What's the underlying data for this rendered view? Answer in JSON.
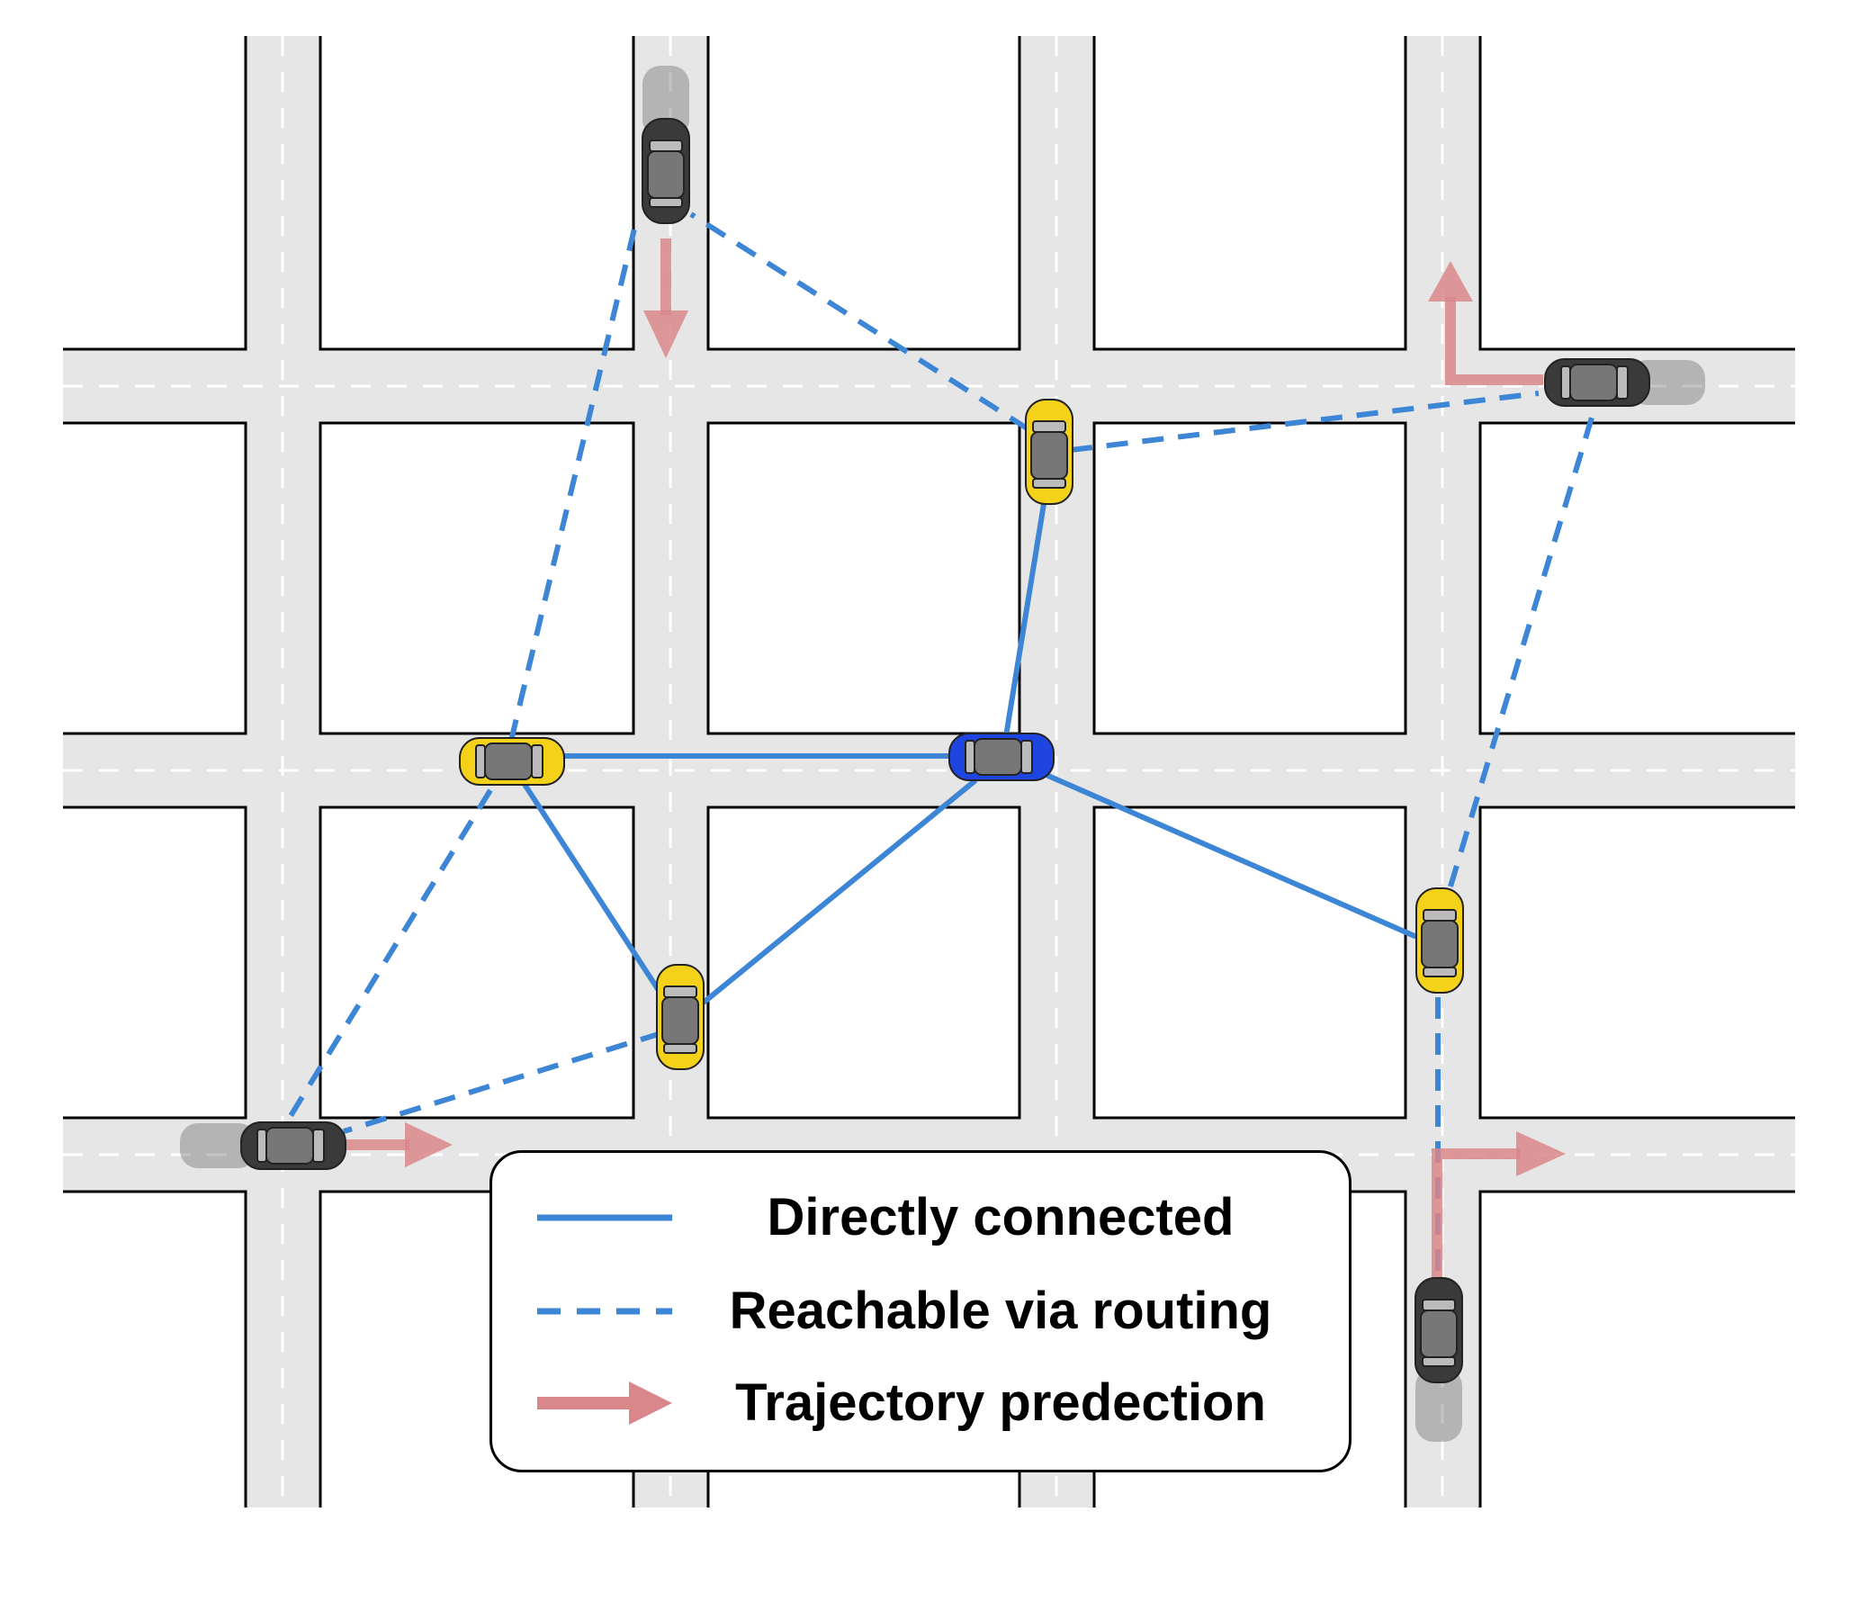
{
  "colors": {
    "road": "#e6e6e6",
    "curb": "#000000",
    "lane_marking": "#ffffff",
    "direct_link": "#3d86d6",
    "routing_link": "#3d86d6",
    "trajectory": "#d9878a",
    "car_yellow": "#f5d21a",
    "car_blue": "#1f45e0",
    "car_dark": "#3a3a3a"
  },
  "legend": {
    "items": [
      {
        "label": "Directly connected",
        "style": "solid"
      },
      {
        "label": "Reachable via routing",
        "style": "dashed"
      },
      {
        "label": "Trajectory predection",
        "style": "arrow"
      }
    ]
  },
  "vehicles": [
    {
      "id": "ego",
      "kind": "blue",
      "heading": "horizontal"
    },
    {
      "id": "y1",
      "kind": "yellow",
      "heading": "horizontal"
    },
    {
      "id": "y2",
      "kind": "yellow",
      "heading": "vertical"
    },
    {
      "id": "y3",
      "kind": "yellow",
      "heading": "vertical"
    },
    {
      "id": "y4",
      "kind": "yellow",
      "heading": "vertical"
    },
    {
      "id": "d1",
      "kind": "dark",
      "heading": "vertical"
    },
    {
      "id": "d2",
      "kind": "dark",
      "heading": "horizontal"
    },
    {
      "id": "d3",
      "kind": "dark",
      "heading": "horizontal"
    },
    {
      "id": "d4",
      "kind": "dark",
      "heading": "vertical"
    }
  ],
  "links": [
    {
      "from": "ego",
      "to": "y1",
      "type": "direct"
    },
    {
      "from": "ego",
      "to": "y2",
      "type": "direct"
    },
    {
      "from": "ego",
      "to": "y3",
      "type": "direct"
    },
    {
      "from": "ego",
      "to": "y4",
      "type": "direct"
    },
    {
      "from": "y1",
      "to": "y3",
      "type": "direct"
    },
    {
      "from": "y1",
      "to": "d1",
      "type": "routing"
    },
    {
      "from": "y1",
      "to": "d3",
      "type": "routing"
    },
    {
      "from": "y3",
      "to": "d3",
      "type": "routing"
    },
    {
      "from": "y2",
      "to": "d1",
      "type": "routing"
    },
    {
      "from": "y2",
      "to": "d2",
      "type": "routing"
    },
    {
      "from": "y4",
      "to": "d2",
      "type": "routing"
    },
    {
      "from": "y4",
      "to": "d4",
      "type": "routing"
    }
  ]
}
